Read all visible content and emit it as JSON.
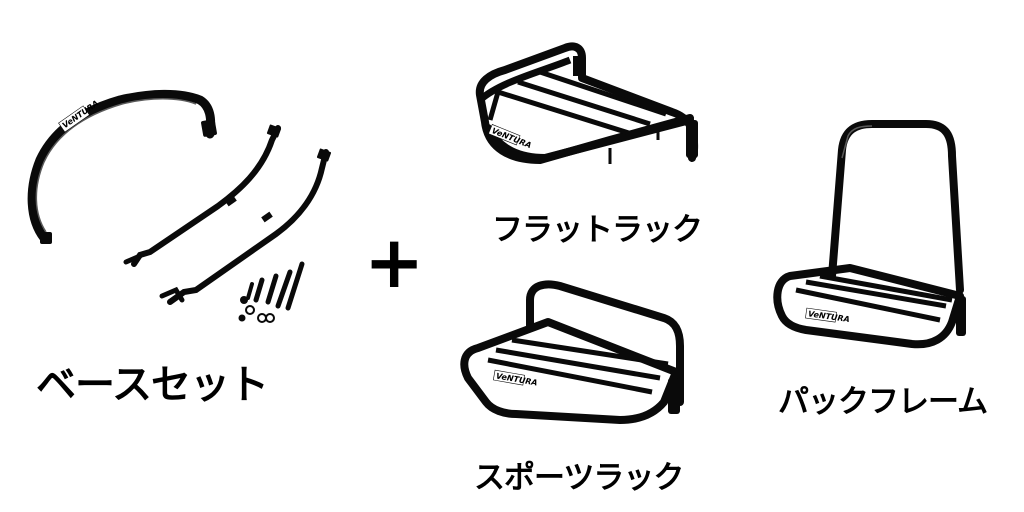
{
  "brand": "VeNTURA",
  "plus_sign": "+",
  "products": {
    "base_set": {
      "label": "ベースセット"
    },
    "flat_rack": {
      "label": "フラットラック"
    },
    "sport_rack": {
      "label": "スポーツラック"
    },
    "pack_frame": {
      "label": "パックフレーム"
    }
  },
  "colors": {
    "tube": "#0a0a0a",
    "highlight": "#5a5a5a",
    "background": "#ffffff"
  }
}
